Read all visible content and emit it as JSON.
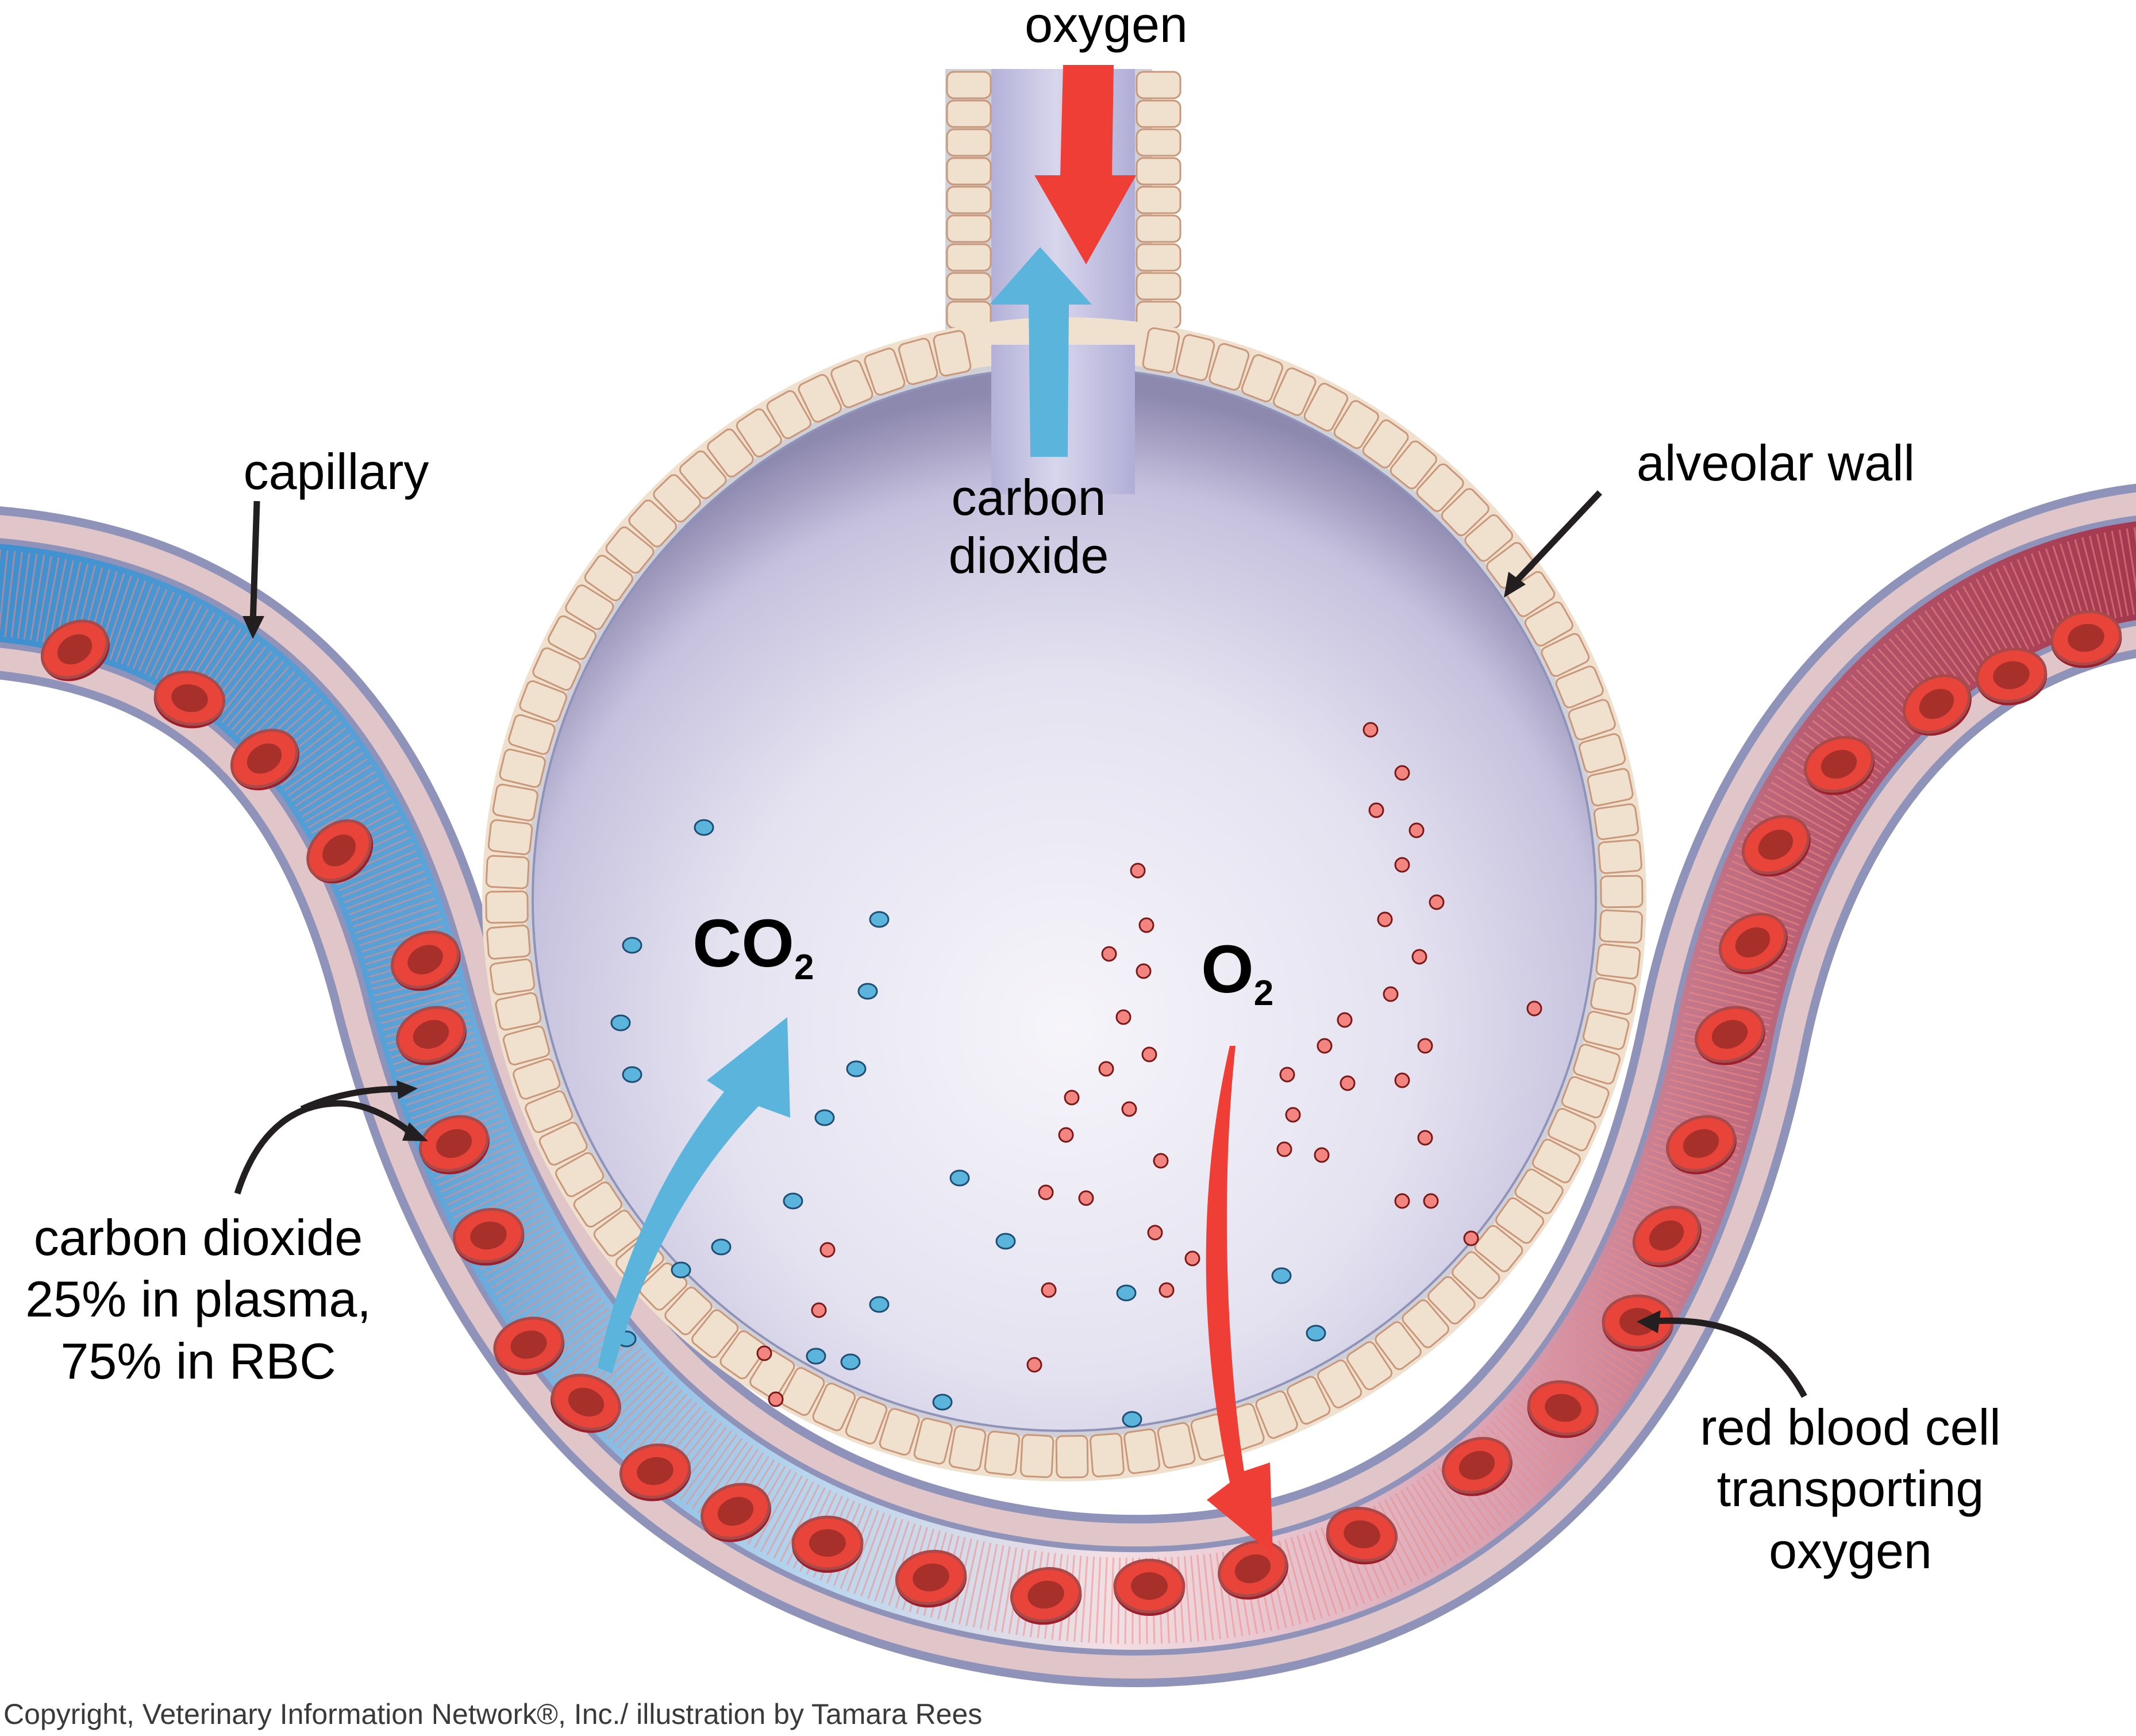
{
  "title": "Gas exchange between alveolus and capillary",
  "labels": {
    "airway_in": "oxygen",
    "airway_out_line1": "carbon",
    "airway_out_line2": "dioxide",
    "capillary": "capillary",
    "alveolar_wall": "alveolar wall",
    "co2_formula_main": "CO",
    "co2_formula_sub": "2",
    "o2_formula_main": "O",
    "o2_formula_sub": "2",
    "co2_transport_line1": "carbon dioxide",
    "co2_transport_line2": "25% in plasma,",
    "co2_transport_line3": "75% in RBC",
    "rbc_line1": "red blood cell",
    "rbc_line2": "transporting",
    "rbc_line3": "oxygen",
    "copyright": "Copyright, Veterinary Information Network®, Inc./ illustration by Tamara Rees"
  },
  "co2_distribution": {
    "plasma_percent": 25,
    "rbc_percent": 75
  },
  "colors": {
    "oxygen": "#ee3e36",
    "carbon_dioxide": "#5ab4dc",
    "alveolus_fill": "#d6d3ea",
    "alveolar_cell": "#f0e1cf",
    "alveolar_cell_border": "#c9977a",
    "vessel_wall": "#e0c6c8",
    "vessel_membrane": "#8f93ba",
    "deoxygenated_blood": "#3d8fcf",
    "oxygenated_blood": "#a3364d",
    "rbc": "#e8443a",
    "o2_molecule": "#f28580",
    "arrow_black": "#231f20"
  }
}
